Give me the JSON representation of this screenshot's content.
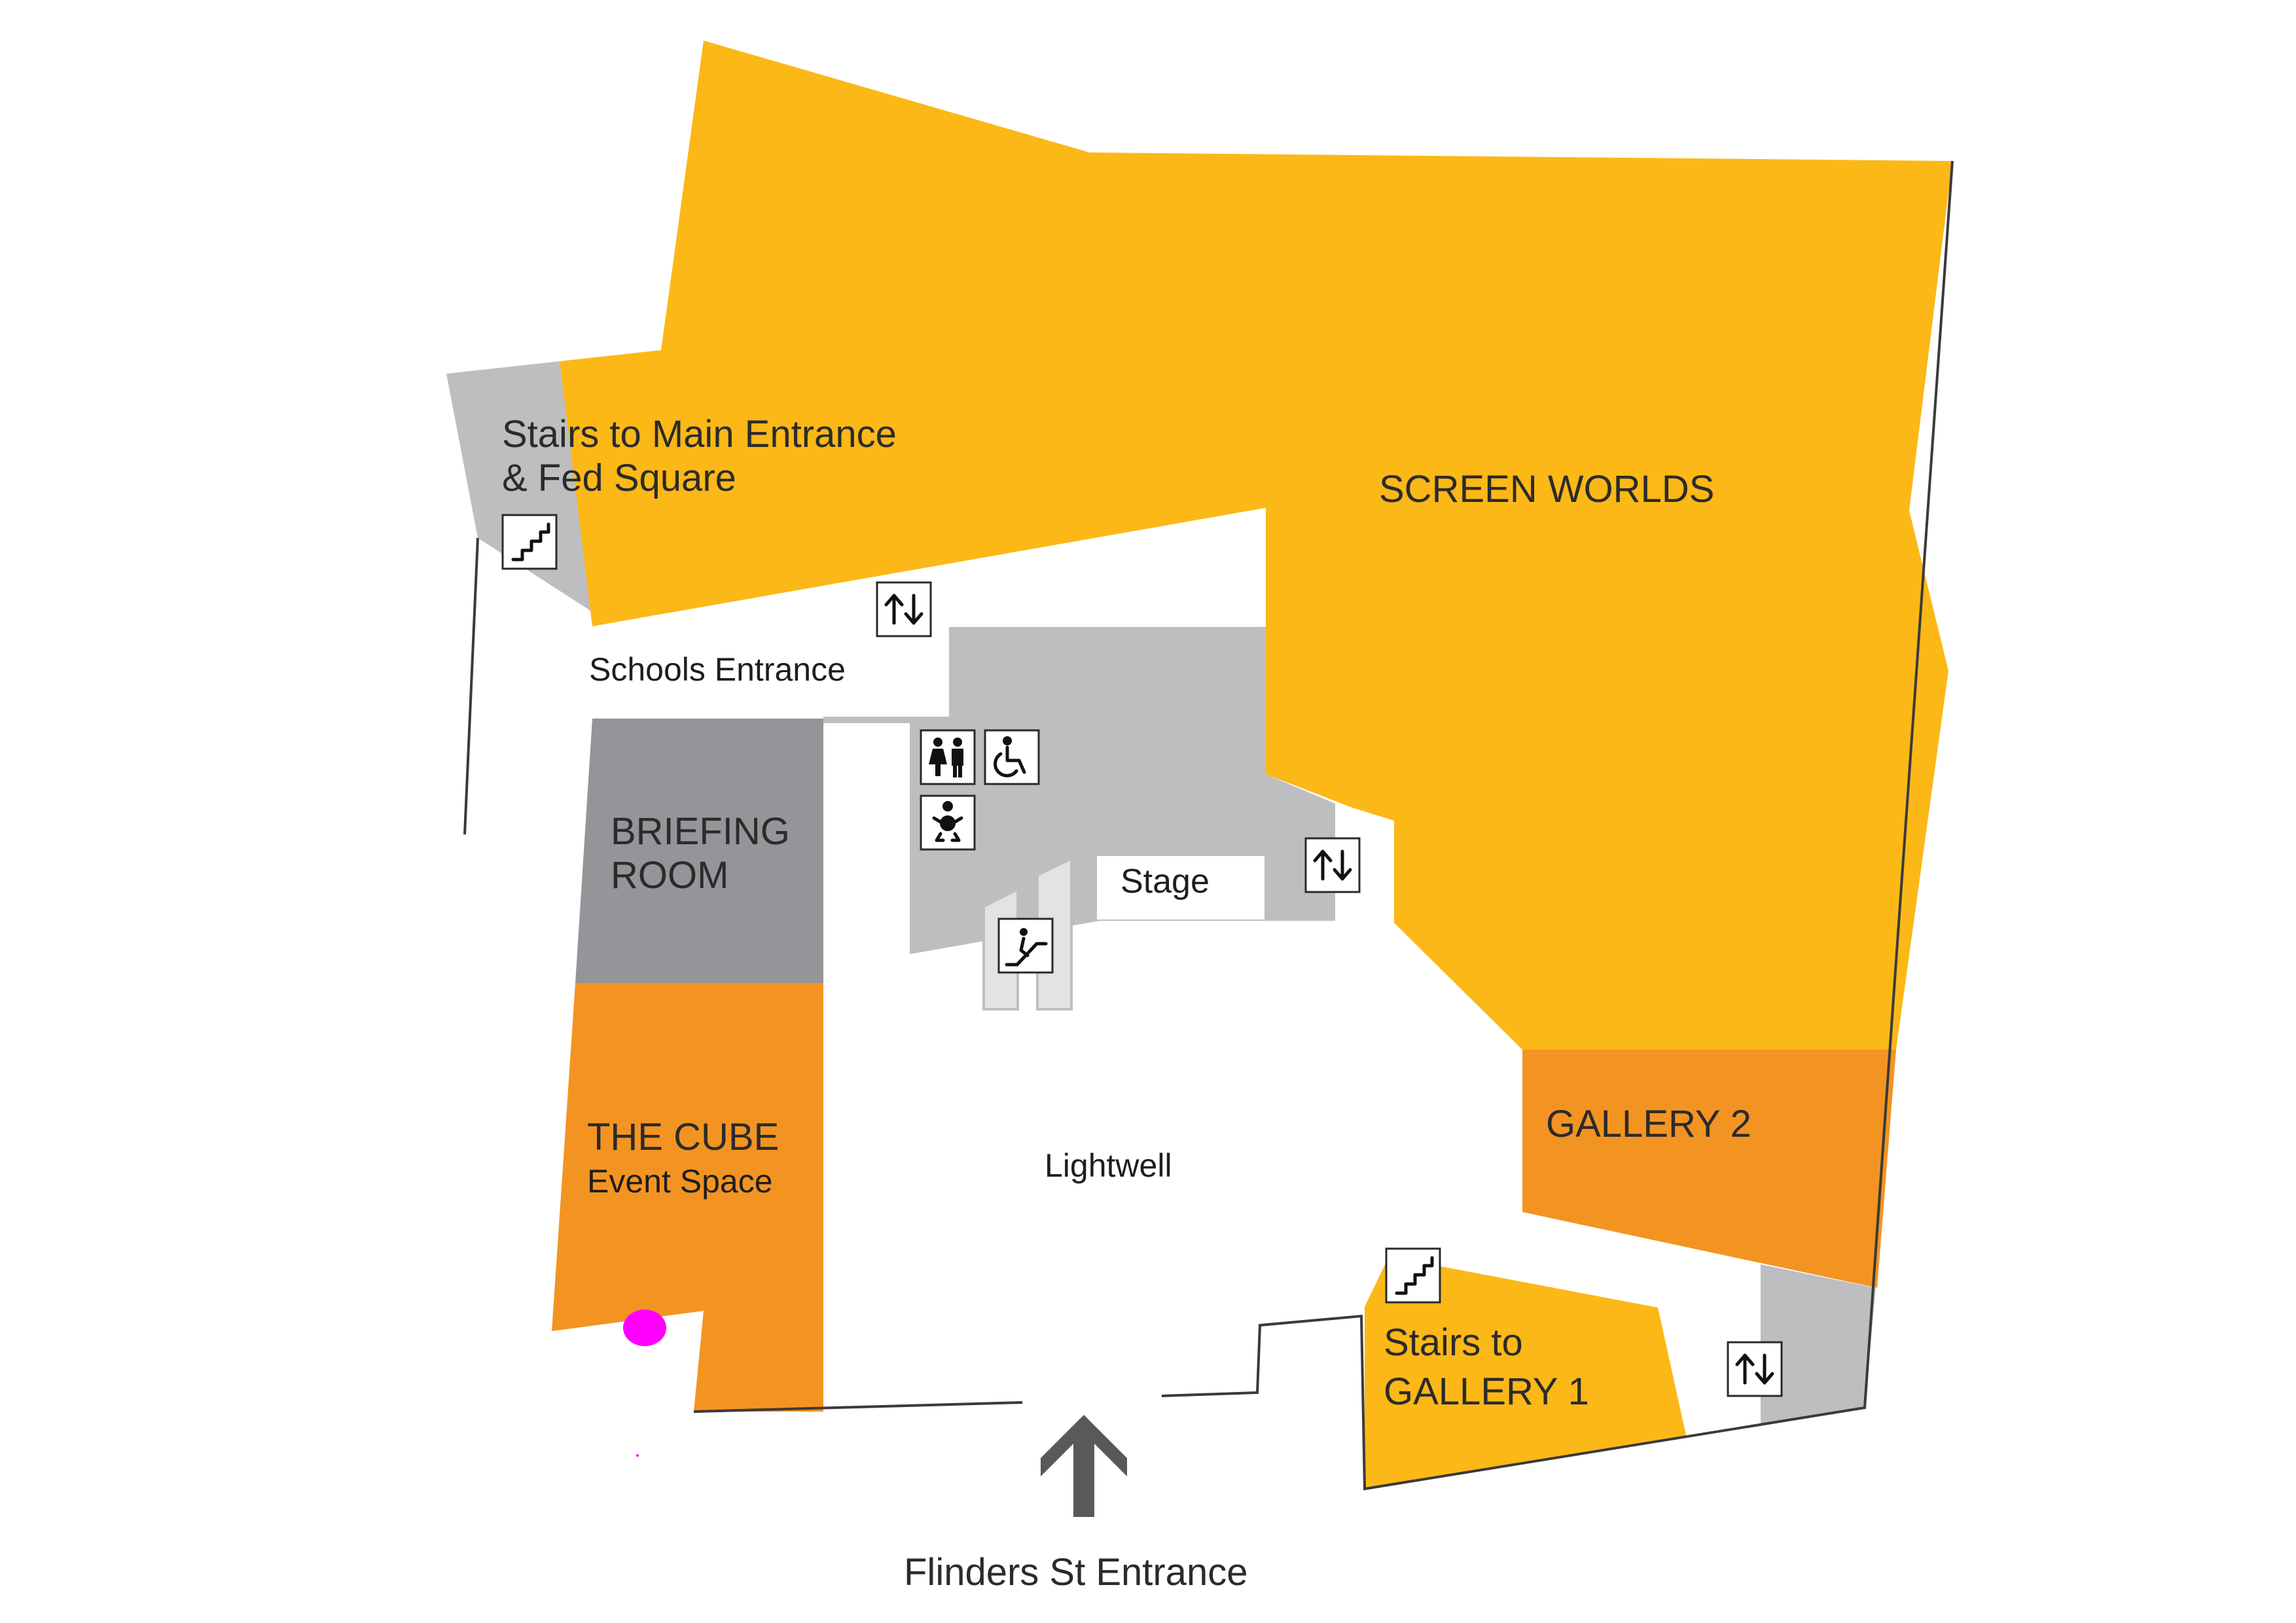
{
  "colors": {
    "gallery_yellow": "#FBB817",
    "event_orange": "#F39422",
    "service_grey": "#BDBEC0",
    "room_grey": "#939598",
    "escalator_grey": "#E2E3E4",
    "walls": "#3a3a3a",
    "marker_magenta": "#FF00FF",
    "arrow_grey": "#58595B"
  },
  "labels": {
    "screen_worlds": "SCREEN WORLDS",
    "stairs_main_line1": "Stairs to Main Entrance",
    "stairs_main_line2": "& Fed Square",
    "schools_entrance": "Schools Entrance",
    "briefing_line1": "BRIEFING",
    "briefing_line2": "ROOM",
    "cube_line1": "THE CUBE",
    "cube_line2": "Event Space",
    "stage": "Stage",
    "lightwell": "Lightwell",
    "gallery2": "GALLERY 2",
    "stairs_g1_line1": "Stairs to",
    "stairs_g1_line2": "GALLERY 1",
    "flinders_entrance": "Flinders St Entrance"
  },
  "icons": [
    "stairs-icon",
    "lift-icon",
    "toilets-icon",
    "accessible-icon",
    "baby-change-icon",
    "escalator-icon",
    "entrance-arrow-icon",
    "location-marker"
  ]
}
